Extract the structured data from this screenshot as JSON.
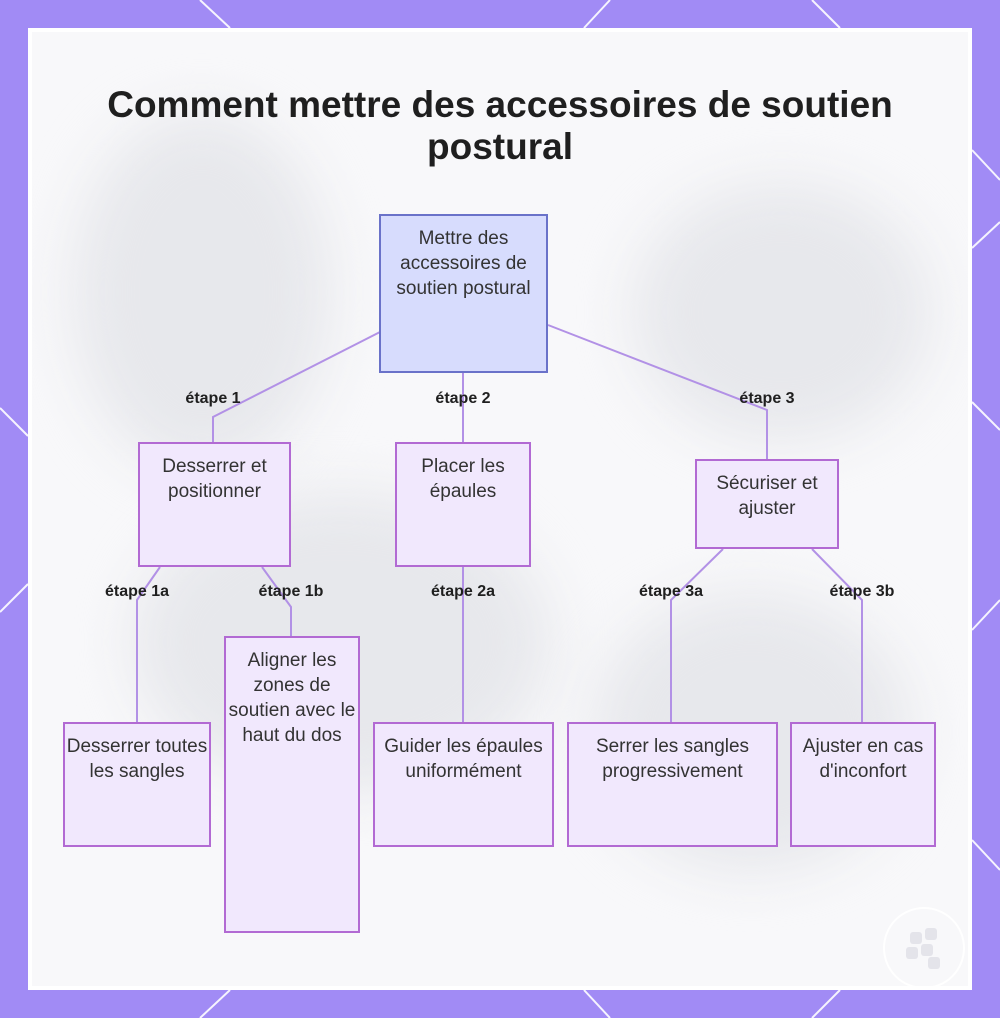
{
  "title": "Comment mettre des accessoires de soutien postural",
  "colors": {
    "frame": "#a18bf5",
    "node_fill": "#f1e8fd",
    "node_border": "#b26ad3",
    "root_fill": "#d7dcfd",
    "root_border": "#6a72c9",
    "edge": "#b291e6"
  },
  "nodes": {
    "root": "Mettre des accessoires de soutien postural",
    "n1": "Desserrer et positionner",
    "n2": "Placer les épaules",
    "n3": "Sécuriser et ajuster",
    "n1a": "Desserrer toutes les sangles",
    "n1b": "Aligner les zones de soutien avec le haut du dos",
    "n2a": "Guider les épaules uniformément",
    "n3a": "Serrer les sangles progressivement",
    "n3b": "Ajuster en cas d'inconfort"
  },
  "edges": [
    {
      "from": "root",
      "to": "n1",
      "label": "étape 1"
    },
    {
      "from": "root",
      "to": "n2",
      "label": "étape 2"
    },
    {
      "from": "root",
      "to": "n3",
      "label": "étape 3"
    },
    {
      "from": "n1",
      "to": "n1a",
      "label": "étape 1a"
    },
    {
      "from": "n1",
      "to": "n1b",
      "label": "étape 1b"
    },
    {
      "from": "n2",
      "to": "n2a",
      "label": "étape 2a"
    },
    {
      "from": "n3",
      "to": "n3a",
      "label": "étape 3a"
    },
    {
      "from": "n3",
      "to": "n3b",
      "label": "étape 3b"
    }
  ],
  "watermark_icon": "logo-icon"
}
